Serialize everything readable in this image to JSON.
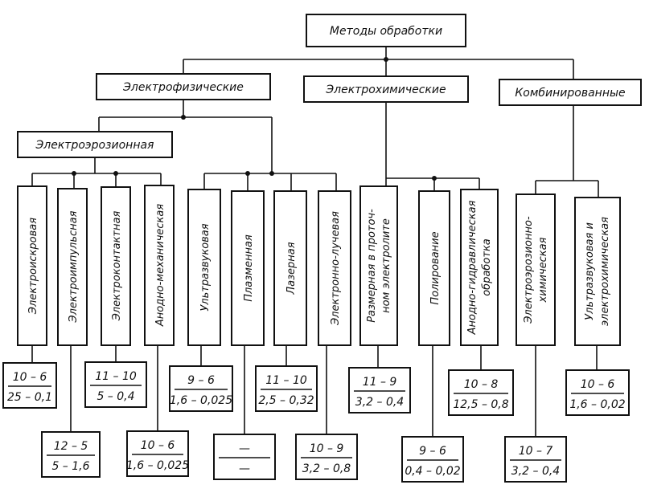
{
  "root": "Методы обработки",
  "groups": {
    "electrophysical": "Электрофизические",
    "electrochemical": "Электрохимические",
    "combined": "Комбинированные",
    "erosion": "Электроэрозионная"
  },
  "methods": [
    {
      "label": "Электроискровая",
      "top": "10 – 6",
      "bottom": "25 – 0,1"
    },
    {
      "label": "Электроимпульсная",
      "top": "12 – 5",
      "bottom": "5 – 1,6"
    },
    {
      "label": "Электроконтактная",
      "top": "11 – 10",
      "bottom": "5 – 0,4"
    },
    {
      "label": "Анодно-механическая",
      "top": "10 – 6",
      "bottom": "1,6 – 0,025"
    },
    {
      "label": "Ультразвуковая",
      "top": "9 – 6",
      "bottom": "1,6 – 0,025"
    },
    {
      "label": "Плазменная",
      "top": "—",
      "bottom": "—"
    },
    {
      "label": "Лазерная",
      "top": "11 – 10",
      "bottom": "2,5 – 0,32"
    },
    {
      "label": "Электронно-лучевая",
      "top": "10 – 9",
      "bottom": "3,2 – 0,8"
    },
    {
      "label": "Размерная в проточ-",
      "label2": "ном электролите",
      "top": "11 – 9",
      "bottom": "3,2 – 0,4"
    },
    {
      "label": "Полирование",
      "top": "9 – 6",
      "bottom": "0,4 – 0,02"
    },
    {
      "label": "Анодно-гидравлическая",
      "label2": "обработка",
      "top": "10 – 8",
      "bottom": "12,5 – 0,8"
    },
    {
      "label": "Электроэрозионно-",
      "label2": "химическая",
      "top": "10 – 7",
      "bottom": "3,2 – 0,4"
    },
    {
      "label": "Ультразвуковая и",
      "label2": "электрохимическая",
      "top": "10 – 6",
      "bottom": "1,6 – 0,02"
    }
  ]
}
